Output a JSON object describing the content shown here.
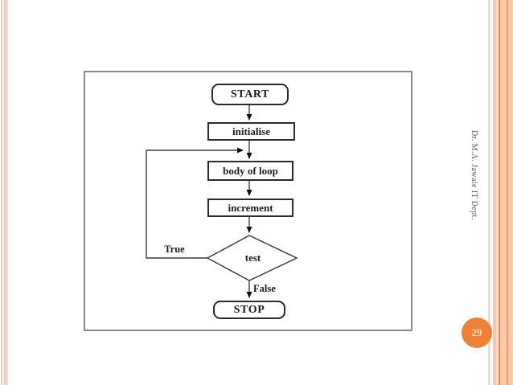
{
  "slide": {
    "page_number": "29",
    "credit_text": "Dr. M.A. Jawale IT Dept."
  },
  "colors": {
    "accent_orange": "#ef8137",
    "stripe_salmon": "#fbc9a8",
    "stripe_line_orange": "#e98a4e",
    "frame_border_gray": "#8a8a8a",
    "credit_text_gray": "#595959",
    "badge_text": "#f8dcc2"
  },
  "flowchart": {
    "type": "flowchart",
    "title": "Loop flowchart",
    "nodes": {
      "start": "START",
      "initialise": "initialise",
      "body_of_loop": "body of loop",
      "increment": "increment",
      "test": "test",
      "stop": "STOP"
    },
    "branch_labels": {
      "true_branch": "True",
      "false_branch": "False"
    },
    "edges": [
      "START -> initialise",
      "initialise -> body of loop",
      "body of loop -> increment",
      "increment -> test",
      "test -True-> body of loop (loop back)",
      "test -False-> STOP"
    ]
  }
}
